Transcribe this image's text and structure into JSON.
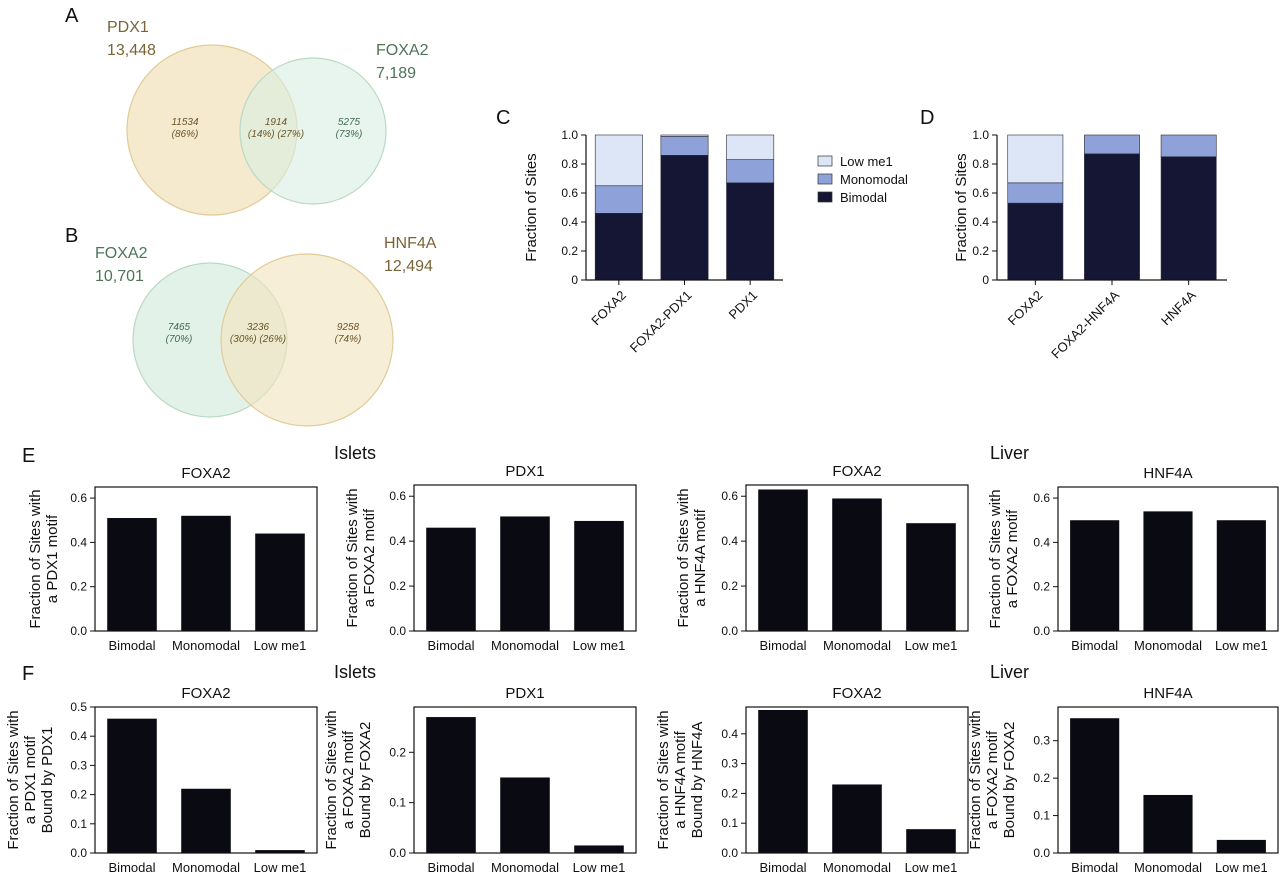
{
  "panels": {
    "A": "A",
    "B": "B",
    "C": "C",
    "D": "D",
    "E": "E",
    "F": "F"
  },
  "sections": {
    "E_islets": "Islets",
    "E_liver": "Liver",
    "F_islets": "Islets",
    "F_liver": "Liver"
  },
  "colors": {
    "bar": "#0a0a12",
    "bimodal": "#141633",
    "monomodal": "#8ea2d9",
    "low_me1": "#dde6f6",
    "pdx1_text": "#7a6437",
    "foxa2_text": "#4e7458",
    "hnf4a_text": "#7a6437",
    "tan_fill": "#f1e2bd",
    "green_fill": "#d9eee2"
  },
  "venn": {
    "A": {
      "left_name": "PDX1",
      "left_count": "13,448",
      "right_name": "FOXA2",
      "right_count": "7,189",
      "left_only": "11534",
      "left_only_pct": "(86%)",
      "overlap": "1914",
      "overlap_pct": "(14%)  (27%)",
      "right_only": "5275",
      "right_only_pct": "(73%)"
    },
    "B": {
      "left_name": "FOXA2",
      "left_count": "10,701",
      "right_name": "HNF4A",
      "right_count": "12,494",
      "left_only": "7465",
      "left_only_pct": "(70%)",
      "overlap": "3236",
      "overlap_pct": "(30%)  (26%)",
      "right_only": "9258",
      "right_only_pct": "(74%)"
    }
  },
  "legend": {
    "low_me1": "Low me1",
    "monomodal": "Monomodal",
    "bimodal": "Bimodal"
  },
  "chart_data": [
    {
      "id": "C",
      "type": "bar",
      "stacked": true,
      "ylabel": "Fraction of Sites",
      "ylim": [
        0,
        1.0
      ],
      "yticks": [
        "0",
        "0.2",
        "0.4",
        "0.6",
        "0.8",
        "1.0"
      ],
      "categories": [
        "FOXA2",
        "FOXA2-PDX1",
        "PDX1"
      ],
      "series": [
        {
          "name": "Bimodal",
          "values": [
            0.46,
            0.86,
            0.67
          ]
        },
        {
          "name": "Monomodal",
          "values": [
            0.19,
            0.13,
            0.16
          ]
        },
        {
          "name": "Low me1",
          "values": [
            0.35,
            0.01,
            0.17
          ]
        }
      ]
    },
    {
      "id": "D",
      "type": "bar",
      "stacked": true,
      "ylabel": "Fraction of Sites",
      "ylim": [
        0,
        1.0
      ],
      "yticks": [
        "0",
        "0.2",
        "0.4",
        "0.6",
        "0.8",
        "1.0"
      ],
      "categories": [
        "FOXA2",
        "FOXA2-HNF4A",
        "HNF4A"
      ],
      "series": [
        {
          "name": "Bimodal",
          "values": [
            0.53,
            0.87,
            0.85
          ]
        },
        {
          "name": "Monomodal",
          "values": [
            0.14,
            0.13,
            0.15
          ]
        },
        {
          "name": "Low me1",
          "values": [
            0.33,
            0.0,
            0.0
          ]
        }
      ]
    },
    {
      "id": "E1",
      "type": "bar",
      "title": "FOXA2",
      "ylabel": [
        "Fraction of Sites with",
        "a PDX1 motif"
      ],
      "ylim": [
        0,
        0.65
      ],
      "yticks": [
        "0.0",
        "0.2",
        "0.4",
        "0.6"
      ],
      "categories": [
        "Bimodal",
        "Monomodal",
        "Low me1"
      ],
      "values": [
        0.51,
        0.52,
        0.44
      ]
    },
    {
      "id": "E2",
      "type": "bar",
      "title": "PDX1",
      "ylabel": [
        "Fraction of Sites with",
        "a FOXA2 motif"
      ],
      "ylim": [
        0,
        0.65
      ],
      "yticks": [
        "0.0",
        "0.2",
        "0.4",
        "0.6"
      ],
      "categories": [
        "Bimodal",
        "Monomodal",
        "Low me1"
      ],
      "values": [
        0.46,
        0.51,
        0.49
      ]
    },
    {
      "id": "E3",
      "type": "bar",
      "title": "FOXA2",
      "ylabel": [
        "Fraction of Sites with",
        "a HNF4A motif"
      ],
      "ylim": [
        0,
        0.65
      ],
      "yticks": [
        "0.0",
        "0.2",
        "0.4",
        "0.6"
      ],
      "categories": [
        "Bimodal",
        "Monomodal",
        "Low me1"
      ],
      "values": [
        0.63,
        0.59,
        0.48
      ]
    },
    {
      "id": "E4",
      "type": "bar",
      "title": "HNF4A",
      "ylabel": [
        "Fraction of Sites with",
        "a FOXA2 motif"
      ],
      "ylim": [
        0,
        0.65
      ],
      "yticks": [
        "0.0",
        "0.2",
        "0.4",
        "0.6"
      ],
      "categories": [
        "Bimodal",
        "Monomodal",
        "Low me1"
      ],
      "values": [
        0.5,
        0.54,
        0.5
      ]
    },
    {
      "id": "F1",
      "type": "bar",
      "title": "FOXA2",
      "ylabel": [
        "Fraction of Sites with",
        "a PDX1 motif",
        "Bound by PDX1"
      ],
      "ylim": [
        0,
        0.5
      ],
      "yticks": [
        "0.0",
        "0.1",
        "0.2",
        "0.3",
        "0.4",
        "0.5"
      ],
      "categories": [
        "Bimodal",
        "Monomodal",
        "Low me1"
      ],
      "values": [
        0.46,
        0.22,
        0.01
      ]
    },
    {
      "id": "F2",
      "type": "bar",
      "title": "PDX1",
      "ylabel": [
        "Fraction of Sites with",
        "a FOXA2 motif",
        "Bound by FOXA2"
      ],
      "ylim": [
        0,
        0.29
      ],
      "yticks": [
        "0.0",
        "0.1",
        "0.2"
      ],
      "categories": [
        "Bimodal",
        "Monomodal",
        "Low me1"
      ],
      "values": [
        0.27,
        0.15,
        0.015
      ]
    },
    {
      "id": "F3",
      "type": "bar",
      "title": "FOXA2",
      "ylabel": [
        "Fraction of Sites with",
        "a HNF4A motif",
        "Bound by HNF4A"
      ],
      "ylim": [
        0,
        0.49
      ],
      "yticks": [
        "0.0",
        "0.1",
        "0.2",
        "0.3",
        "0.4"
      ],
      "categories": [
        "Bimodal",
        "Monomodal",
        "Low me1"
      ],
      "values": [
        0.48,
        0.23,
        0.08
      ]
    },
    {
      "id": "F4",
      "type": "bar",
      "title": "HNF4A",
      "ylabel": [
        "Fraction of Sites with",
        "a FOXA2 motif",
        "Bound by FOXA2"
      ],
      "ylim": [
        0,
        0.39
      ],
      "yticks": [
        "0.0",
        "0.1",
        "0.2",
        "0.3"
      ],
      "categories": [
        "Bimodal",
        "Monomodal",
        "Low me1"
      ],
      "values": [
        0.36,
        0.155,
        0.035
      ]
    }
  ]
}
